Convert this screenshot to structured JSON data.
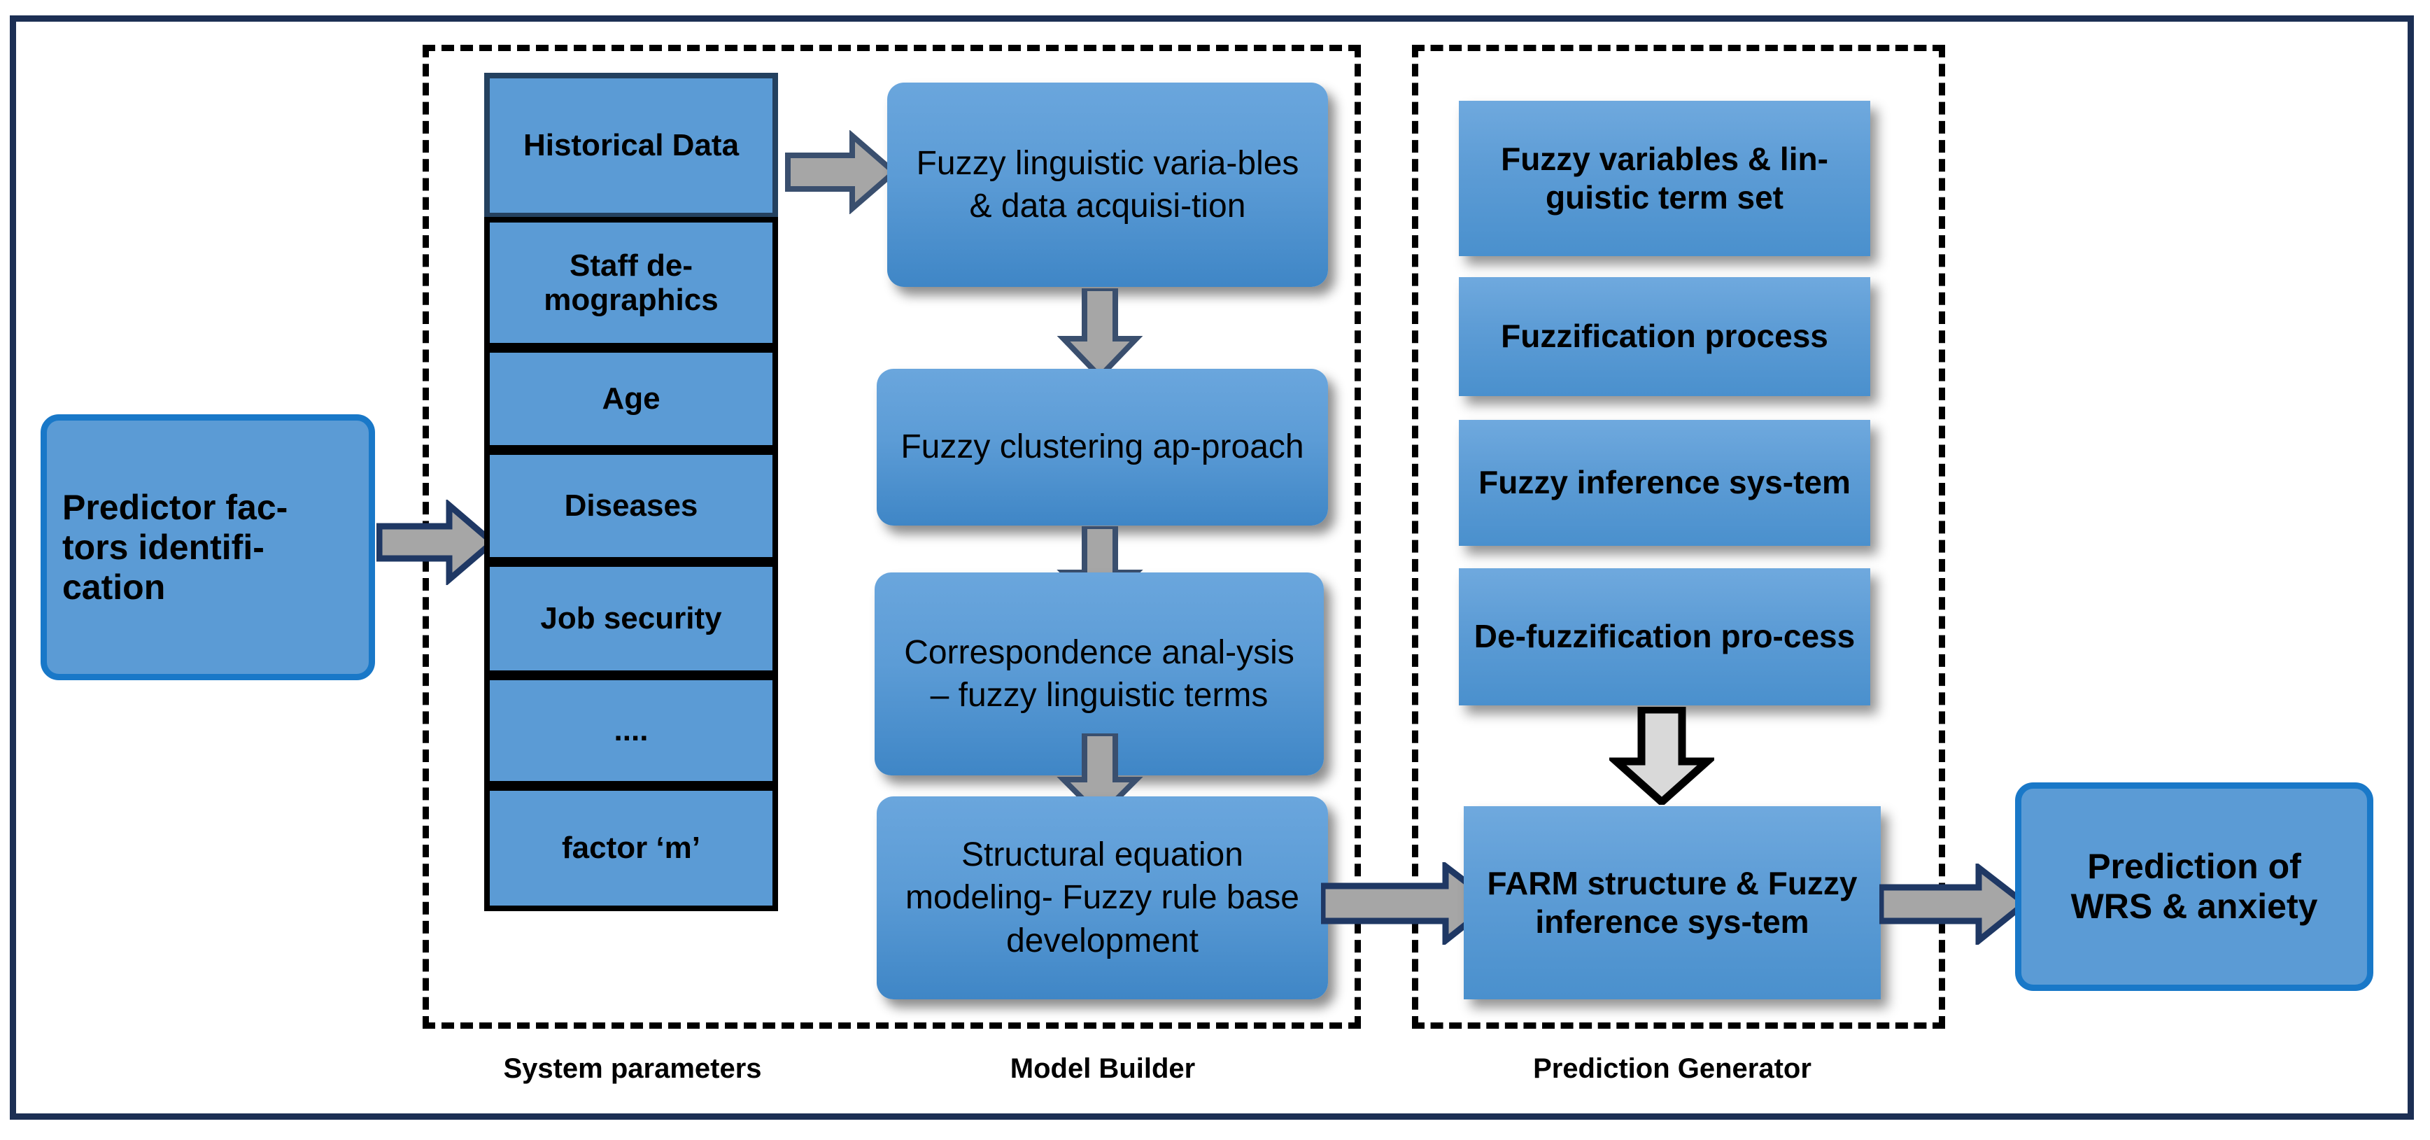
{
  "diagram": {
    "title_present": false,
    "colors": {
      "node_fill": "#5B9BD5",
      "node_border": "#1978c8",
      "frame": "#1c2f54",
      "arrow_fill": "#A6A6A6",
      "arrow_outline": "#1F3864",
      "white_arrow_fill": "#D9D9D9",
      "white_arrow_outline": "#000000",
      "cell_border": "#000000"
    }
  },
  "input_node": {
    "label": "Predictor fac-tors identifi-cation",
    "line1": "Predictor fac-",
    "line2": "tors    identifi-",
    "line3": "cation"
  },
  "output_node": {
    "line1": "Prediction of",
    "line2": "WRS & anxiety"
  },
  "sections": [
    {
      "id": "system-parameters",
      "caption": "System parameters"
    },
    {
      "id": "model-builder",
      "caption": "Model Builder"
    },
    {
      "id": "prediction-generator",
      "caption": "Prediction Generator"
    }
  ],
  "system_parameters": {
    "caption": "System parameters",
    "items": [
      {
        "label": "Historical Data"
      },
      {
        "label": "Staff de-mographics"
      },
      {
        "label": "Age"
      },
      {
        "label": "Diseases"
      },
      {
        "label": "Job security"
      },
      {
        "label": "...."
      },
      {
        "label": "factor ‘m’"
      }
    ]
  },
  "model_builder": {
    "caption": "Model Builder",
    "steps": [
      {
        "label": "Fuzzy linguistic varia-bles & data acquisi-tion"
      },
      {
        "label": "Fuzzy clustering ap-proach"
      },
      {
        "label": "Correspondence anal-ysis – fuzzy linguistic terms"
      },
      {
        "label": "Structural equation modeling- Fuzzy rule base development"
      }
    ]
  },
  "prediction_generator": {
    "caption": "Prediction Generator",
    "steps": [
      {
        "label": "Fuzzy variables & lin-guistic term set"
      },
      {
        "label": "Fuzzification process"
      },
      {
        "label": "Fuzzy inference sys-tem"
      },
      {
        "label": "De-fuzzification pro-cess"
      }
    ],
    "final_step": {
      "label": "FARM structure & Fuzzy inference sys-tem"
    }
  },
  "arrows": [
    {
      "name": "predictor-to-parameters",
      "direction": "right",
      "style": "gray-navy"
    },
    {
      "name": "historical-to-fuzzy-linguistic",
      "direction": "right",
      "style": "gray-navy"
    },
    {
      "name": "fuzzy-linguistic-to-clustering",
      "direction": "down",
      "style": "gray-navy"
    },
    {
      "name": "clustering-to-correspondence",
      "direction": "down",
      "style": "gray-navy"
    },
    {
      "name": "correspondence-to-sem",
      "direction": "down",
      "style": "gray-navy"
    },
    {
      "name": "sem-to-farm",
      "direction": "right",
      "style": "gray-navy"
    },
    {
      "name": "defuzzification-to-farm",
      "direction": "down",
      "style": "white-black"
    },
    {
      "name": "farm-to-prediction",
      "direction": "right",
      "style": "gray-navy"
    }
  ]
}
